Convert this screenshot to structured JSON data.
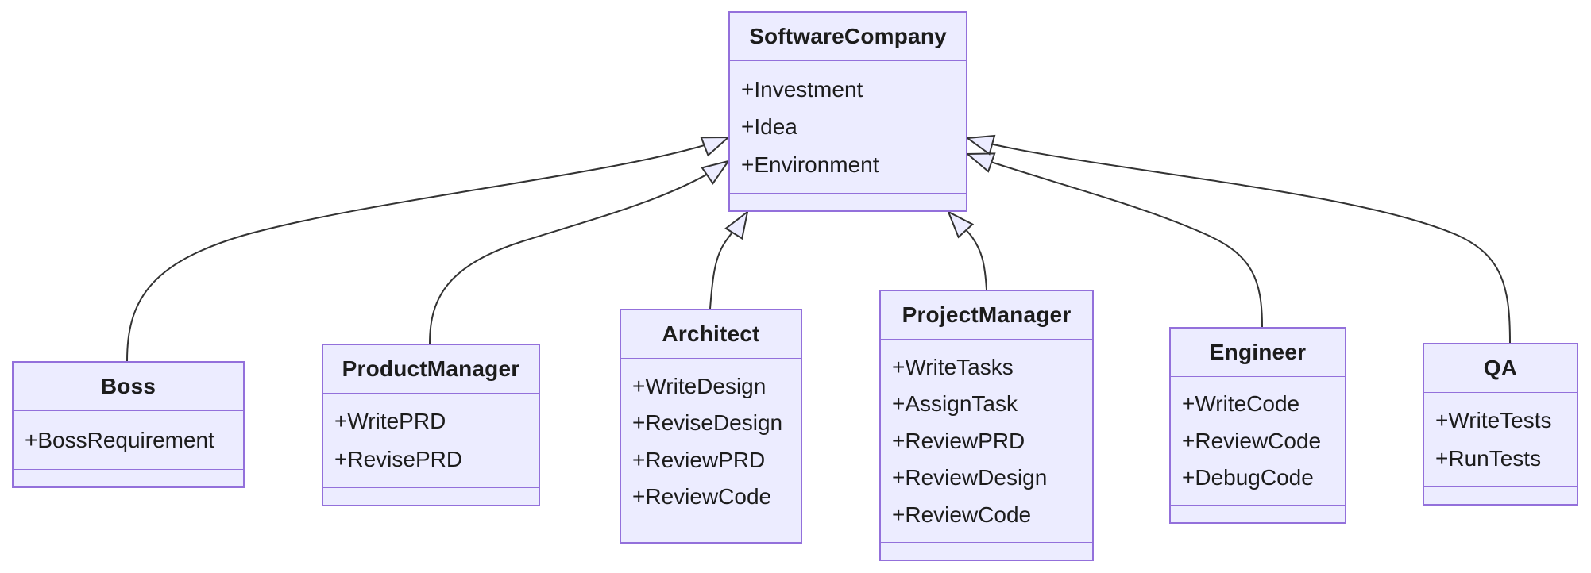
{
  "diagram": {
    "type": "uml-class-diagram",
    "classes": [
      {
        "id": "software-company",
        "title": "SoftwareCompany",
        "attributes": [
          "+Investment",
          "+Idea",
          "+Environment"
        ],
        "methods": []
      },
      {
        "id": "boss",
        "title": "Boss",
        "attributes": [
          "+BossRequirement"
        ],
        "methods": []
      },
      {
        "id": "product-manager",
        "title": "ProductManager",
        "attributes": [
          "+WritePRD",
          "+RevisePRD"
        ],
        "methods": []
      },
      {
        "id": "architect",
        "title": "Architect",
        "attributes": [
          "+WriteDesign",
          "+ReviseDesign",
          "+ReviewPRD",
          "+ReviewCode"
        ],
        "methods": []
      },
      {
        "id": "project-manager",
        "title": "ProjectManager",
        "attributes": [
          "+WriteTasks",
          "+AssignTask",
          "+ReviewPRD",
          "+ReviewDesign",
          "+ReviewCode"
        ],
        "methods": []
      },
      {
        "id": "engineer",
        "title": "Engineer",
        "attributes": [
          "+WriteCode",
          "+ReviewCode",
          "+DebugCode"
        ],
        "methods": []
      },
      {
        "id": "qa",
        "title": "QA",
        "attributes": [
          "+WriteTests",
          "+RunTests"
        ],
        "methods": []
      }
    ],
    "relationships": [
      {
        "from": "Boss",
        "to": "SoftwareCompany",
        "type": "inheritance"
      },
      {
        "from": "ProductManager",
        "to": "SoftwareCompany",
        "type": "inheritance"
      },
      {
        "from": "Architect",
        "to": "SoftwareCompany",
        "type": "inheritance"
      },
      {
        "from": "ProjectManager",
        "to": "SoftwareCompany",
        "type": "inheritance"
      },
      {
        "from": "Engineer",
        "to": "SoftwareCompany",
        "type": "inheritance"
      },
      {
        "from": "QA",
        "to": "SoftwareCompany",
        "type": "inheritance"
      }
    ],
    "colors": {
      "class_fill": "#ECECFF",
      "class_border": "#9370DB",
      "line": "#333333",
      "text": "#1c1c1c",
      "background": "#ffffff"
    }
  }
}
